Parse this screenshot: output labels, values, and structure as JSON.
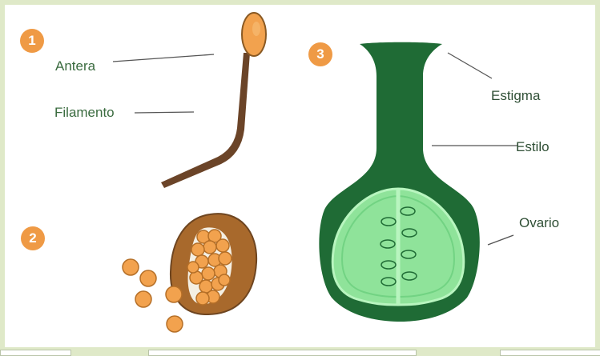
{
  "markers": {
    "one": "1",
    "two": "2",
    "three": "3"
  },
  "labels": {
    "antera": "Antera",
    "filamento": "Filamento",
    "estigma": "Estigma",
    "estilo": "Estilo",
    "ovario": "Ovario"
  },
  "colors": {
    "background": "#dfe9c8",
    "panel": "#ffffff",
    "marker": "#ef9a45",
    "pistil_dark": "#1f6b35",
    "ovary_light": "#8fe39a",
    "filament_brown": "#6b4428",
    "pollen_orange": "#f2a24e"
  },
  "icons": [
    "stamen-illustration",
    "pollen-sac-illustration",
    "pistil-illustration"
  ]
}
